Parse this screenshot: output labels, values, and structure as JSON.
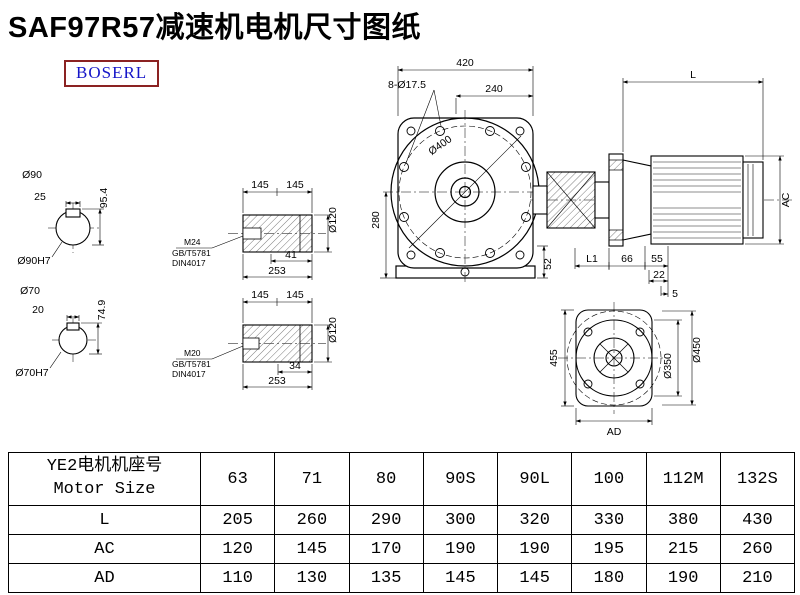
{
  "page": {
    "title": "SAF97R57减速机电机尺寸图纸",
    "logo": "BOSERL"
  },
  "drawing": {
    "shaft_section_90": {
      "diameter": "Ø90",
      "key_width": "25",
      "key_height": "95.4",
      "fit": "Ø90H7"
    },
    "shaft_section_70": {
      "diameter": "Ø70",
      "key_width": "20",
      "key_height": "74.9",
      "fit": "Ø70H7"
    },
    "shaft_side_90": {
      "len1": "145",
      "len2": "145",
      "diameter": "Ø120",
      "thread": "M24",
      "std1": "GB/T5781",
      "std2": "DIN4017",
      "thread_len": "41",
      "total_len": "253"
    },
    "shaft_side_70": {
      "len1": "145",
      "len2": "145",
      "diameter": "Ø120",
      "thread": "M20",
      "std1": "GB/T5781",
      "std2": "DIN4017",
      "thread_len": "34",
      "total_len": "253"
    },
    "front_view": {
      "width": "420",
      "bolt_holes": "8-Ø17.5",
      "width2": "240",
      "flange_diameter": "Ø400",
      "height": "280",
      "base_height": "52"
    },
    "motor_view": {
      "length": "L",
      "ac": "AC",
      "l1": "L1",
      "dim66": "66",
      "dim55": "55",
      "dim22": "22",
      "dim5": "5"
    },
    "flange_view": {
      "height": "455",
      "d350": "Ø350",
      "d450": "Ø450",
      "ad": "AD"
    }
  },
  "table": {
    "header_cn": "YE2电机机座号",
    "header_en": "Motor Size",
    "sizes": [
      "63",
      "71",
      "80",
      "90S",
      "90L",
      "100",
      "112M",
      "132S"
    ],
    "rows": [
      {
        "label": "L",
        "values": [
          "205",
          "260",
          "290",
          "300",
          "320",
          "330",
          "380",
          "430"
        ]
      },
      {
        "label": "AC",
        "values": [
          "120",
          "145",
          "170",
          "190",
          "190",
          "195",
          "215",
          "260"
        ]
      },
      {
        "label": "AD",
        "values": [
          "110",
          "130",
          "135",
          "145",
          "145",
          "180",
          "190",
          "210"
        ]
      }
    ]
  }
}
